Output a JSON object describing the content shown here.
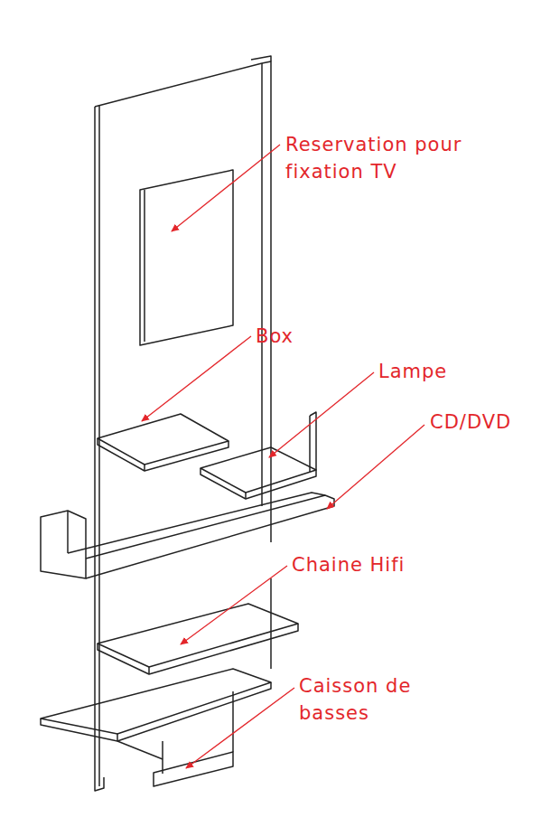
{
  "diagram": {
    "labels": [
      "Reservation pour fixation TV",
      "Box",
      "Lampe",
      "CD/DVD",
      "Chaine Hifi",
      "Caisson de basses"
    ]
  }
}
